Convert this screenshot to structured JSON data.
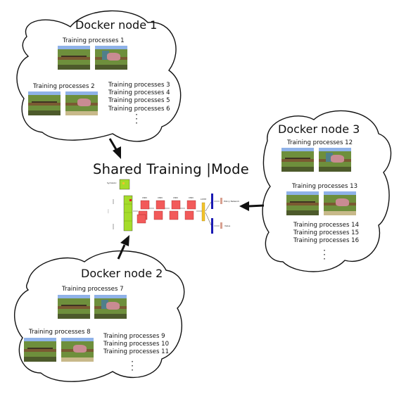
{
  "diagram": {
    "shared_title": "Shared Training |Mode",
    "nodes": [
      {
        "title": "Docker node 1",
        "image_labels": [
          "Training processes 1",
          "Training processes 2"
        ],
        "process_list": [
          "Training processes 3",
          "Training processes 4",
          "Training processes 5",
          "Training processes 6"
        ]
      },
      {
        "title": "Docker node 2",
        "image_labels": [
          "Training processes 7",
          "Training processes 8"
        ],
        "process_list": [
          "Training processes 9",
          "Training processes 10",
          "Training processes 11"
        ]
      },
      {
        "title": "Docker node 3",
        "image_labels": [
          "Training processes 12",
          "Training processes 13"
        ],
        "process_list": [
          "Training processes 14",
          "Training processes 15",
          "Training processes 16"
        ]
      }
    ],
    "network_labels": {
      "symbolic": "Symbolic",
      "cnn": "CNN",
      "lstm": "LSTM",
      "policy": "Policy Network",
      "value": "Value"
    }
  },
  "colors": {
    "conv_blocks": "#f25a5a",
    "input_stack": "#a5dc2a",
    "lstm_block": "#f3c32c",
    "output_bars": "#1a1ab3",
    "sky": "#8fb2e8",
    "grass": "#6e8f3c"
  }
}
